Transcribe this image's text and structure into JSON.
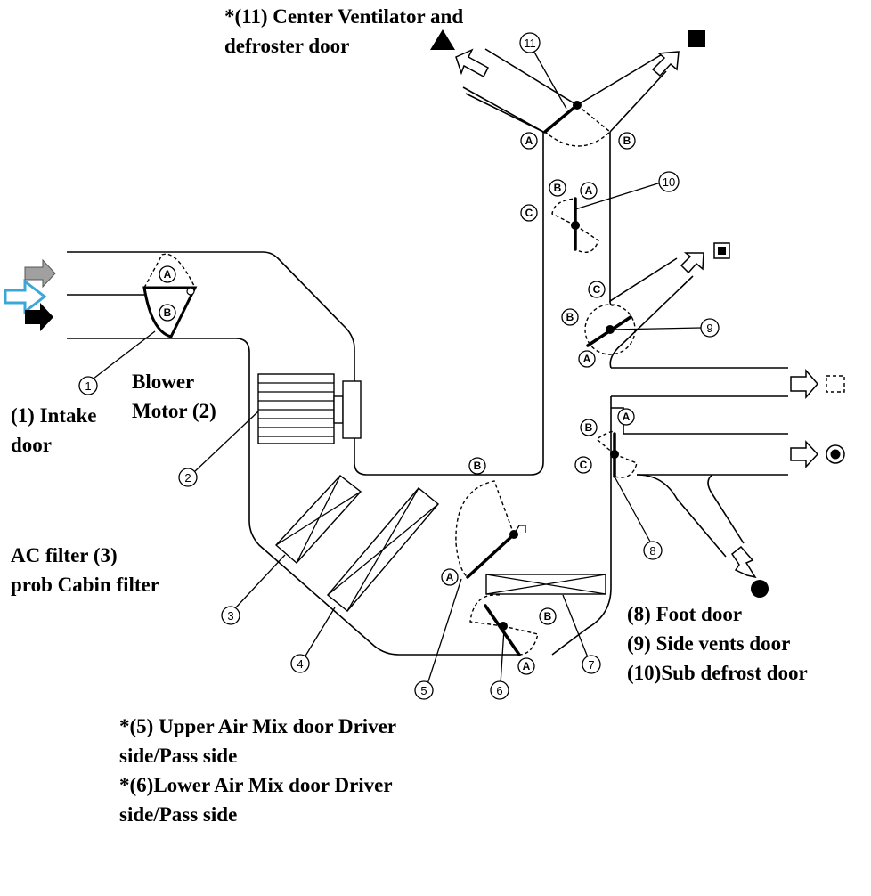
{
  "labels": {
    "center_vent_line1": "*(11) Center Ventilator and",
    "center_vent_line2": "defroster door",
    "blower_line1": "Blower",
    "blower_line2": "Motor (2)",
    "intake_line1": "(1) Intake",
    "intake_line2": "door",
    "filter_line1": "AC filter (3)",
    "filter_line2": "prob Cabin filter",
    "legend_line1": "(8) Foot door",
    "legend_line2": "(9) Side vents door",
    "legend_line3": "(10)Sub defrost door",
    "mix_line1": "*(5) Upper Air Mix door Driver",
    "mix_line2": "side/Pass side",
    "mix_line3": "*(6)Lower Air Mix door Driver",
    "mix_line4": "side/Pass side"
  },
  "callouts": {
    "n1": "1",
    "n2": "2",
    "n3": "3",
    "n4": "4",
    "n5": "5",
    "n6": "6",
    "n7": "7",
    "n8": "8",
    "n9": "9",
    "n10": "10",
    "n11": "11"
  },
  "positions": {
    "a": "A",
    "b": "B",
    "c": "C"
  },
  "colors": {
    "line": "#000000",
    "fresh_air_arrow": "#3ba7d8",
    "recirc_arrow": "#9a9a9a"
  }
}
